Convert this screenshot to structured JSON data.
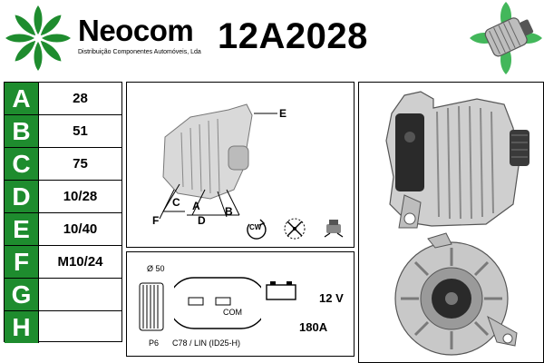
{
  "brand": {
    "name": "Neocom",
    "subtitle": "Distribuição Componentes Automóveis, Lda"
  },
  "part_number": "12A2028",
  "specs": [
    {
      "letter": "A",
      "value": "28"
    },
    {
      "letter": "B",
      "value": "51"
    },
    {
      "letter": "C",
      "value": "75"
    },
    {
      "letter": "D",
      "value": "10/28"
    },
    {
      "letter": "E",
      "value": "10/40"
    },
    {
      "letter": "F",
      "value": "M10/24"
    },
    {
      "letter": "G",
      "value": ""
    },
    {
      "letter": "H",
      "value": ""
    }
  ],
  "diagram": {
    "labels": {
      "a": "A",
      "b": "B",
      "c": "C",
      "d": "D",
      "e": "E",
      "f": "F"
    },
    "rotation_label": "CW"
  },
  "connector": {
    "pulley_diameter": "Ø 50",
    "pulley_type": "P6",
    "plug_pin_label": "COM",
    "plug_code": "C78 / LIN (ID25-H)",
    "voltage": "12 V",
    "amperage": "180A"
  },
  "colors": {
    "accent": "#1e8c2e",
    "logo_green": "#1e8c2e"
  }
}
